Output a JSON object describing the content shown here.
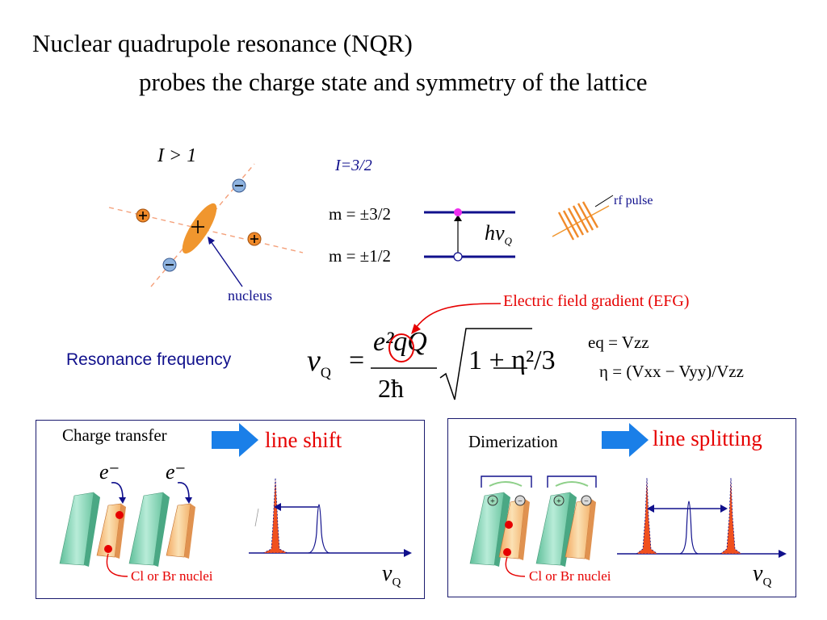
{
  "title": {
    "line1": "Nuclear quadrupole resonance (NQR)",
    "line2": "probes the charge state and symmetry of the lattice"
  },
  "nucleus_diagram": {
    "spin_condition": "I > 1",
    "nucleus_label": "nucleus",
    "charge_symbols": [
      "+",
      "+",
      "+",
      "-",
      "-"
    ]
  },
  "energy_levels": {
    "spin": "I=3/2",
    "upper_level": "m = ±3/2",
    "lower_level": "m = ±1/2",
    "transition": "hν",
    "transition_subscript": "Q",
    "rf_label": "rf pulse"
  },
  "formula": {
    "efg_label": "Electric field gradient  (EFG)",
    "resonance_label": "Resonance frequency",
    "nu_q": "ν",
    "nu_q_sub": "Q",
    "numerator": "e²qQ",
    "denominator": "2ħ",
    "sqrt_terms": "1 + η²/3",
    "def_eq": "eq = Vzz",
    "def_eta": "η = (Vxx − Vyy)/Vzz"
  },
  "panel_left": {
    "label": "Charge transfer",
    "result": "line shift",
    "electron1": "e⁻",
    "electron2": "e⁻",
    "nuclei_label": "Cl or Br nuclei",
    "axis_label": "ν",
    "axis_sub": "Q"
  },
  "panel_right": {
    "label": "Dimerization",
    "result": "line splitting",
    "nuclei_label": "Cl or Br nuclei",
    "axis_label": "ν",
    "axis_sub": "Q"
  },
  "colors": {
    "red": "#e60000",
    "blue_arrow": "#1a7fe8",
    "navy": "#10108c",
    "orange": "#f0962e",
    "green_slab": "#7fd0b0",
    "peach_slab": "#f7c98a"
  }
}
